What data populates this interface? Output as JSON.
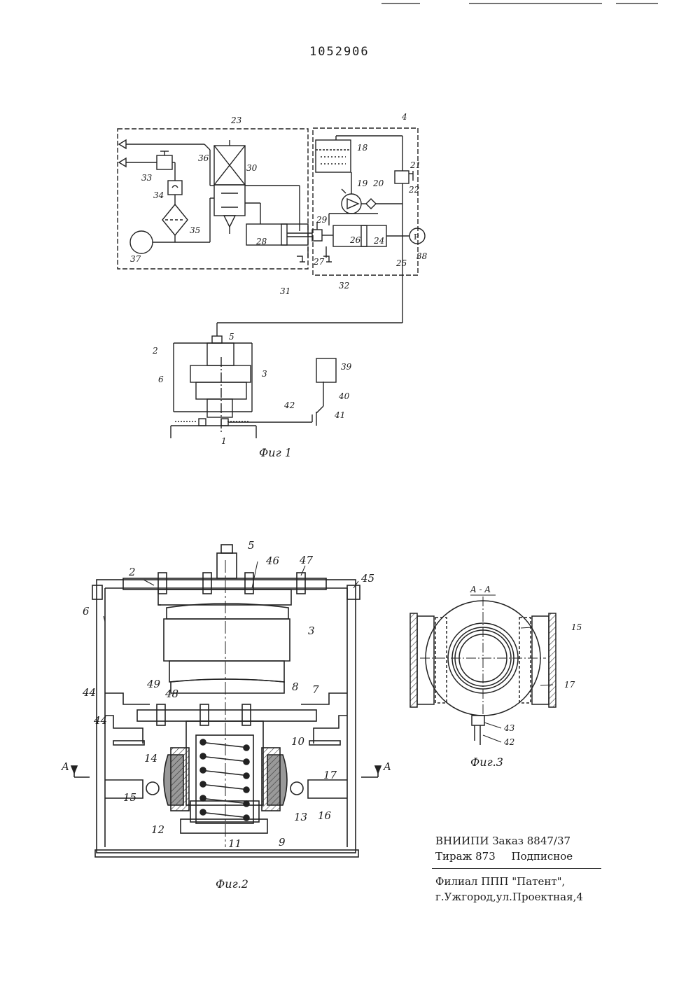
{
  "document": {
    "number": "1052906"
  },
  "figures": {
    "fig1": {
      "caption": "Фиг 1",
      "labels": [
        "23",
        "4",
        "18",
        "21",
        "22",
        "19",
        "20",
        "36",
        "30",
        "33",
        "34",
        "35",
        "37",
        "28",
        "29",
        "27",
        "26",
        "24",
        "25",
        "38",
        "31",
        "32",
        "5",
        "2",
        "3",
        "6",
        "1",
        "39",
        "40",
        "41",
        "42"
      ]
    },
    "fig2": {
      "caption": "Фиг.2",
      "labels": [
        "5",
        "46",
        "47",
        "2",
        "45",
        "6",
        "3",
        "49",
        "8",
        "7",
        "48",
        "44",
        "44",
        "10",
        "14",
        "17",
        "15",
        "16",
        "12",
        "13",
        "11",
        "9"
      ],
      "section_mark_left": "A",
      "section_mark_right": "A"
    },
    "fig3": {
      "caption": "Фиг.3",
      "section_title": "A - A",
      "labels": [
        "15",
        "17",
        "43",
        "42"
      ]
    }
  },
  "imprint": {
    "line1": "ВНИИПИ Заказ 8847/37",
    "line2_a": "Тираж 873",
    "line2_b": "Подписное",
    "line3": "Филиал ППП \"Патент\",",
    "line4": "г.Ужгород,ул.Проектная,4"
  }
}
